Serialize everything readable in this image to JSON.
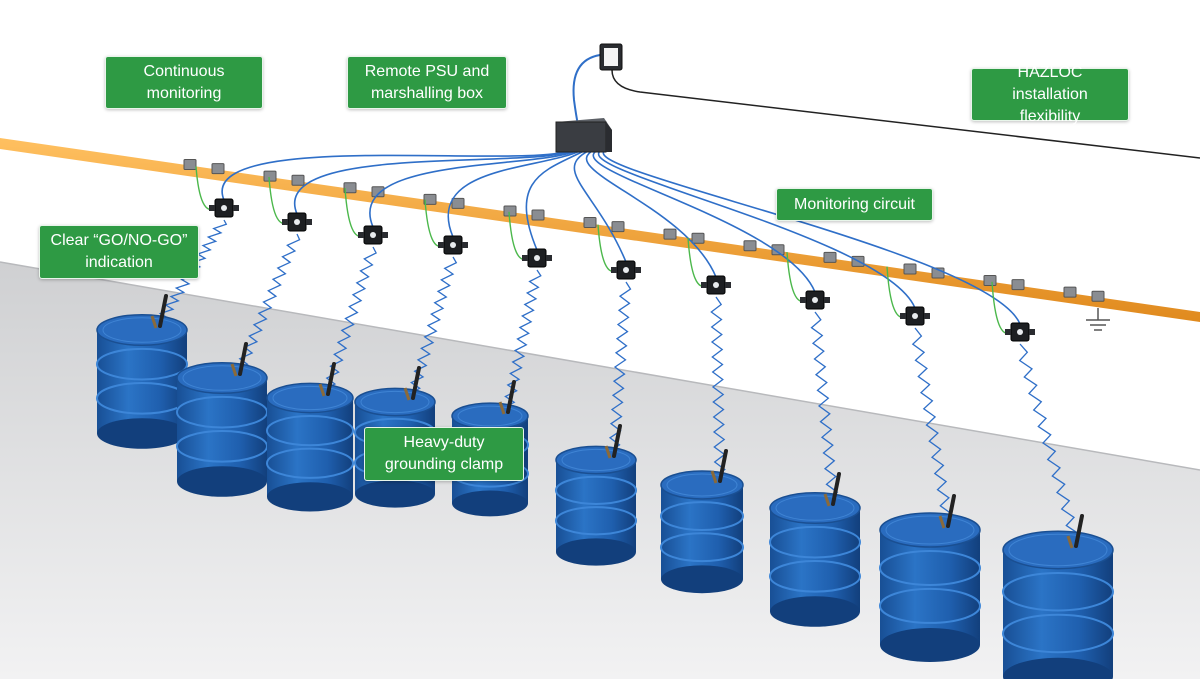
{
  "callouts": {
    "continuous_monitoring": "Continuous\nmonitoring",
    "remote_psu": "Remote PSU and\nmarshalling box",
    "hazloc": "HAZLOC\ninstallation flexibility",
    "monitoring_circuit": "Monitoring circuit",
    "go_no_go": "Clear “GO/NO-GO”\nindication",
    "grounding_clamp": "Heavy-duty\ngrounding clamp"
  },
  "colors": {
    "callout_bg": "#2e9a44",
    "ground_bar": "#f0a030",
    "drum": "#1f5fae",
    "cable": "#2f6fc8",
    "ground_lead": "#4cb84c",
    "box": "#3a3d42"
  },
  "icons": {
    "marshalling_box": "marshalling-box-icon",
    "psu": "psu-icon",
    "earth": "earth-ground-icon"
  }
}
